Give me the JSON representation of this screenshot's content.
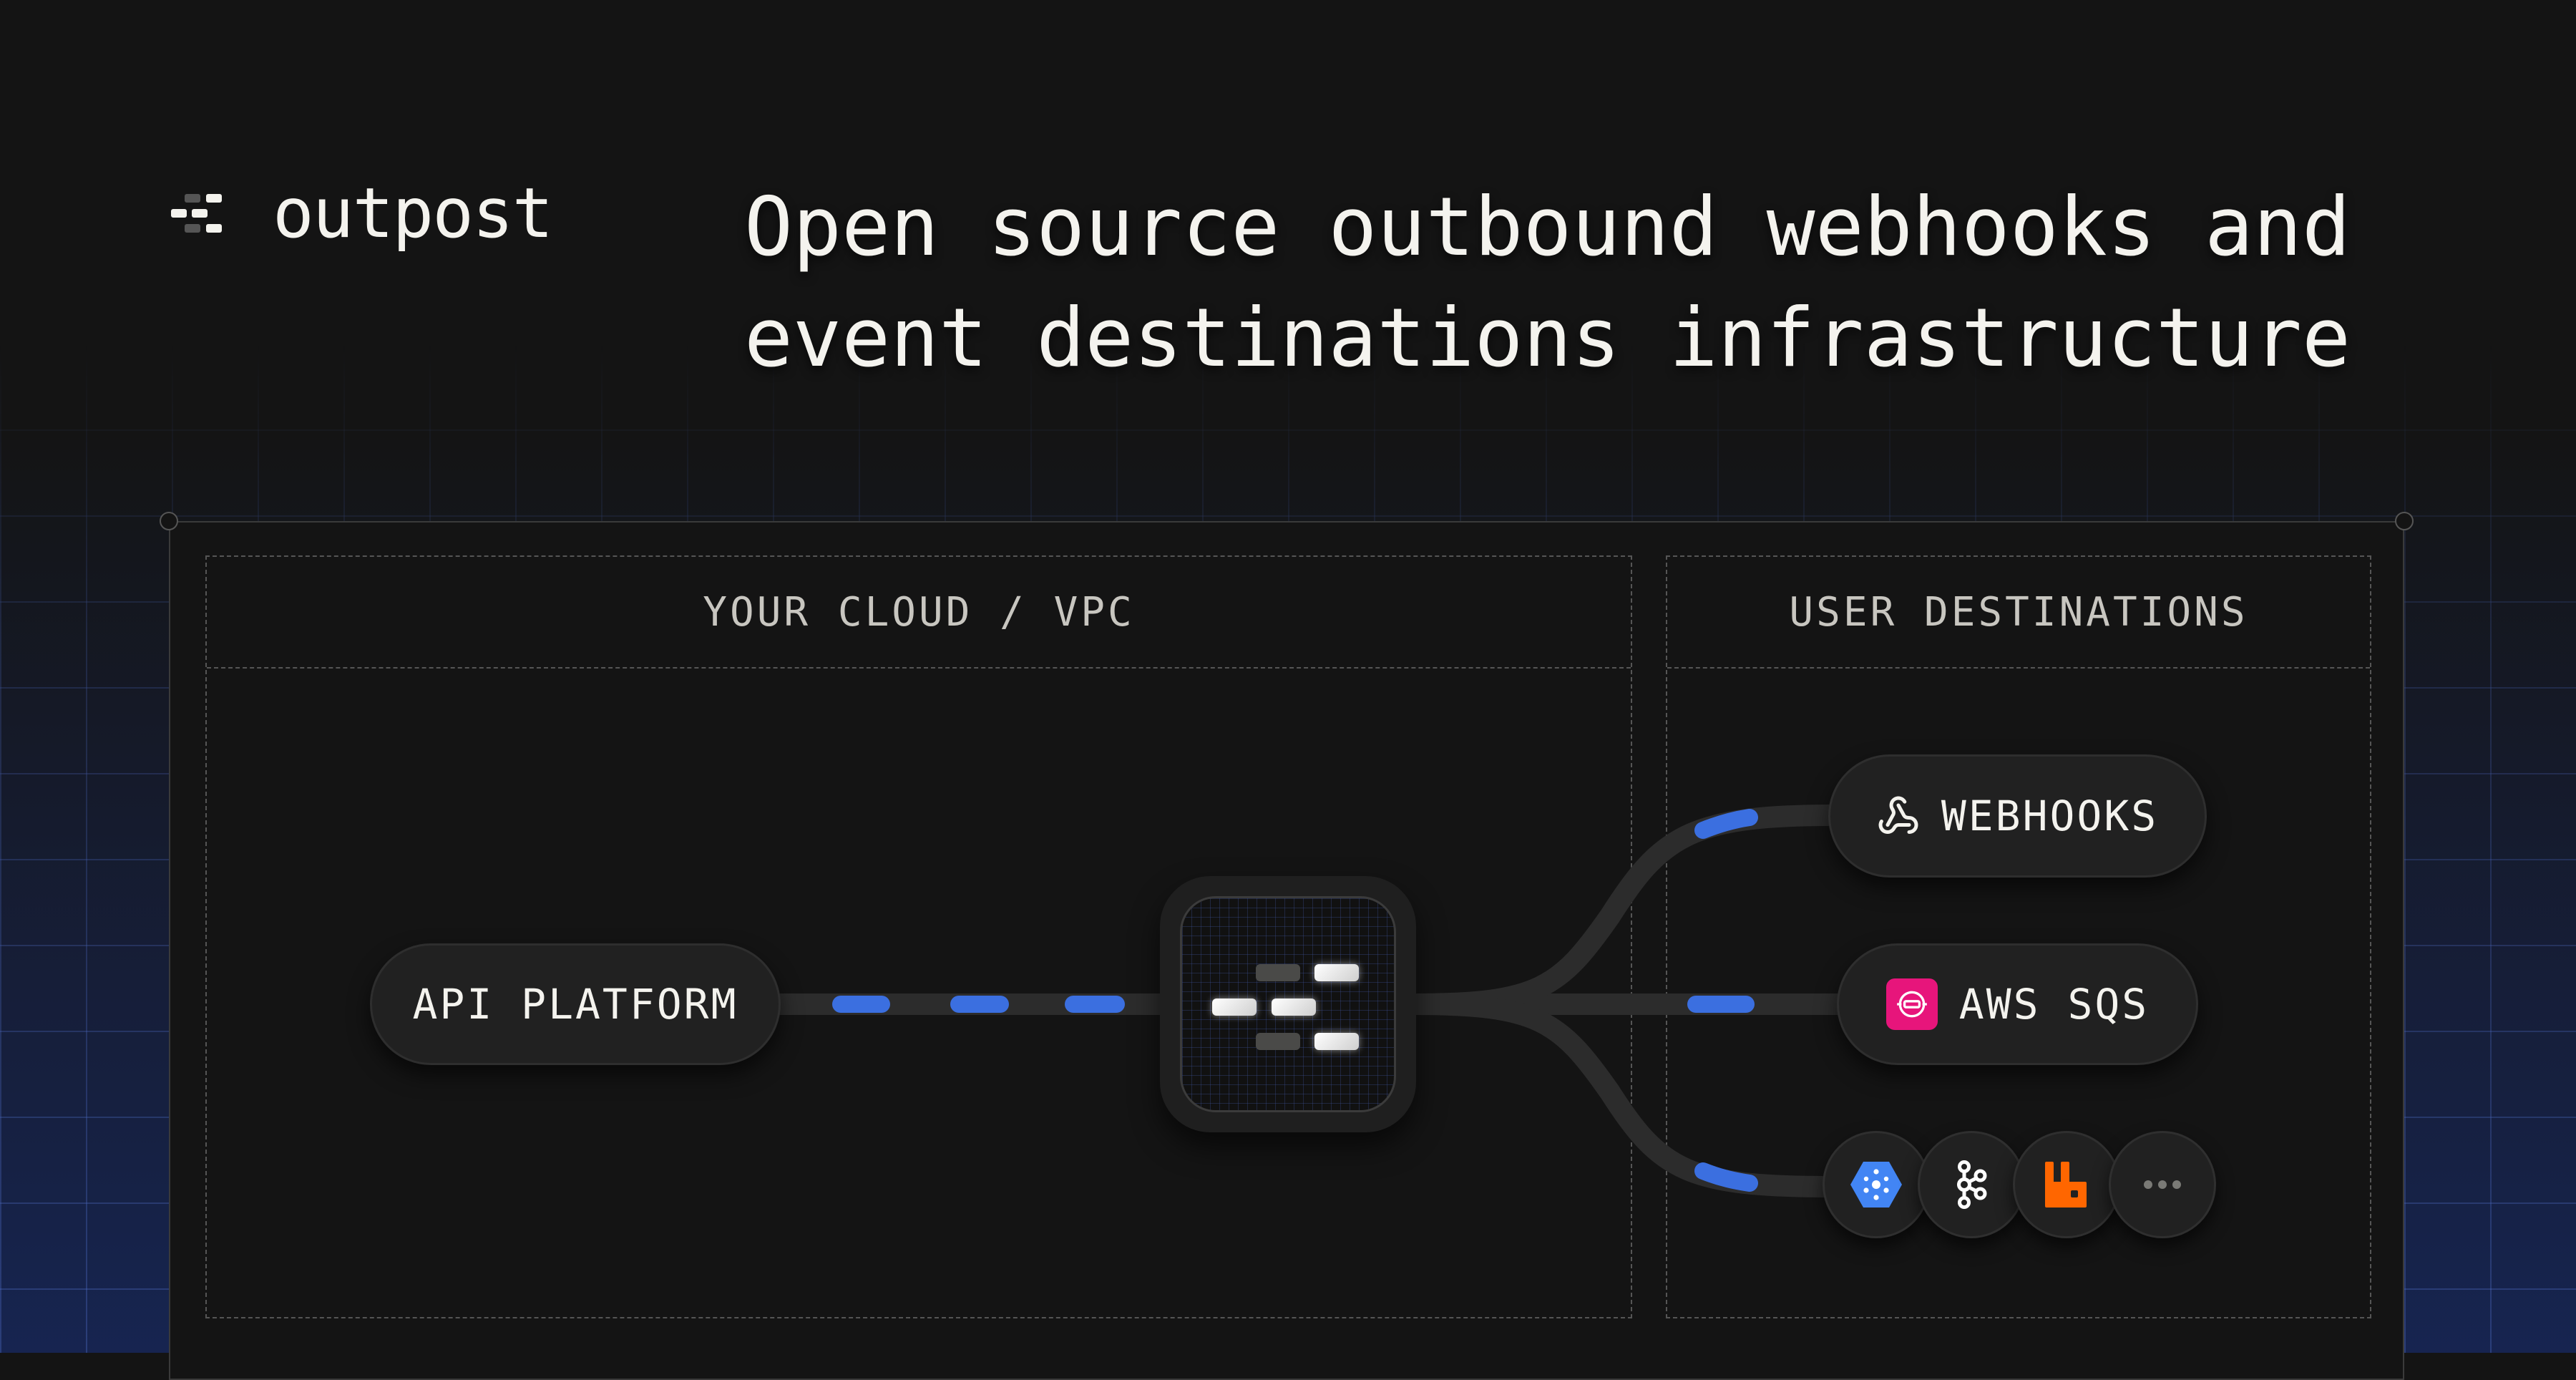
{
  "brand": {
    "name": "outpost"
  },
  "headline": {
    "line1": "Open source outbound webhooks and",
    "line2": "event destinations infrastructure"
  },
  "diagram": {
    "left_zone": {
      "title": "YOUR CLOUD / VPC",
      "source": "API PLATFORM"
    },
    "right_zone": {
      "title": "USER DESTINATIONS",
      "destinations": [
        {
          "label": "WEBHOOKS",
          "icon": "webhook-icon"
        },
        {
          "label": "AWS SQS",
          "icon": "aws-sqs-icon"
        }
      ],
      "more_destinations": [
        "google-cloud-pubsub-icon",
        "kafka-icon",
        "rabbitmq-icon",
        "more-icon"
      ]
    },
    "colors": {
      "accent": "#3b6fe0",
      "sqs": "#e7157b",
      "rabbitmq": "#ff6600",
      "gcp": "#4285f4"
    }
  }
}
